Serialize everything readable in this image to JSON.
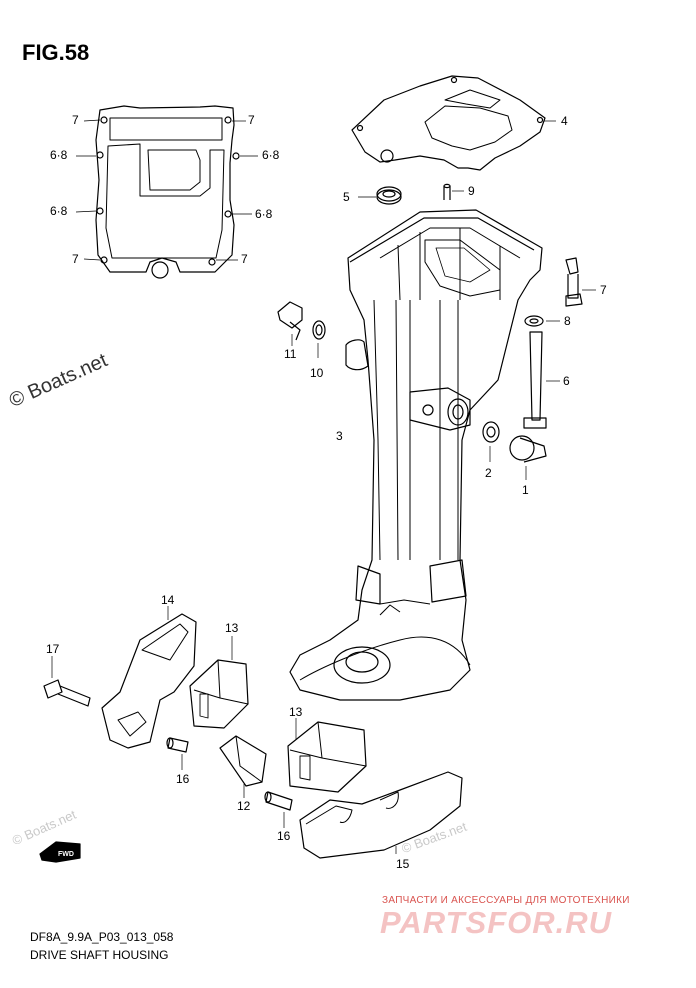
{
  "figure": {
    "title": "FIG.58"
  },
  "footer": {
    "code": "DF8A_9.9A_P03_013_058",
    "name": "DRIVE SHAFT HOUSING"
  },
  "watermarks": {
    "main": "© Boats.net",
    "faint": "© Boats.net"
  },
  "shop": {
    "tagline": "ЗАПЧАСТИ И АКСЕССУАРЫ ДЛЯ МОТОТЕХНИКИ",
    "logo": "PARTSFOR.RU",
    "color": "#d9534f"
  },
  "fwd_badge": "FWD",
  "callouts": [
    {
      "id": "c-7a",
      "label": "7"
    },
    {
      "id": "c-7b",
      "label": "7"
    },
    {
      "id": "c-68a",
      "label": "6·8"
    },
    {
      "id": "c-68b",
      "label": "6·8"
    },
    {
      "id": "c-68c",
      "label": "6·8"
    },
    {
      "id": "c-68d",
      "label": "6·8"
    },
    {
      "id": "c-7c",
      "label": "7"
    },
    {
      "id": "c-7d",
      "label": "7"
    },
    {
      "id": "c-4",
      "label": "4"
    },
    {
      "id": "c-5",
      "label": "5"
    },
    {
      "id": "c-9",
      "label": "9"
    },
    {
      "id": "c-7e",
      "label": "7"
    },
    {
      "id": "c-8",
      "label": "8"
    },
    {
      "id": "c-6",
      "label": "6"
    },
    {
      "id": "c-11",
      "label": "11"
    },
    {
      "id": "c-10",
      "label": "10"
    },
    {
      "id": "c-3",
      "label": "3"
    },
    {
      "id": "c-2",
      "label": "2"
    },
    {
      "id": "c-1",
      "label": "1"
    },
    {
      "id": "c-14",
      "label": "14"
    },
    {
      "id": "c-13a",
      "label": "13"
    },
    {
      "id": "c-17",
      "label": "17"
    },
    {
      "id": "c-16a",
      "label": "16"
    },
    {
      "id": "c-13b",
      "label": "13"
    },
    {
      "id": "c-12",
      "label": "12"
    },
    {
      "id": "c-16b",
      "label": "16"
    },
    {
      "id": "c-15",
      "label": "15"
    }
  ]
}
